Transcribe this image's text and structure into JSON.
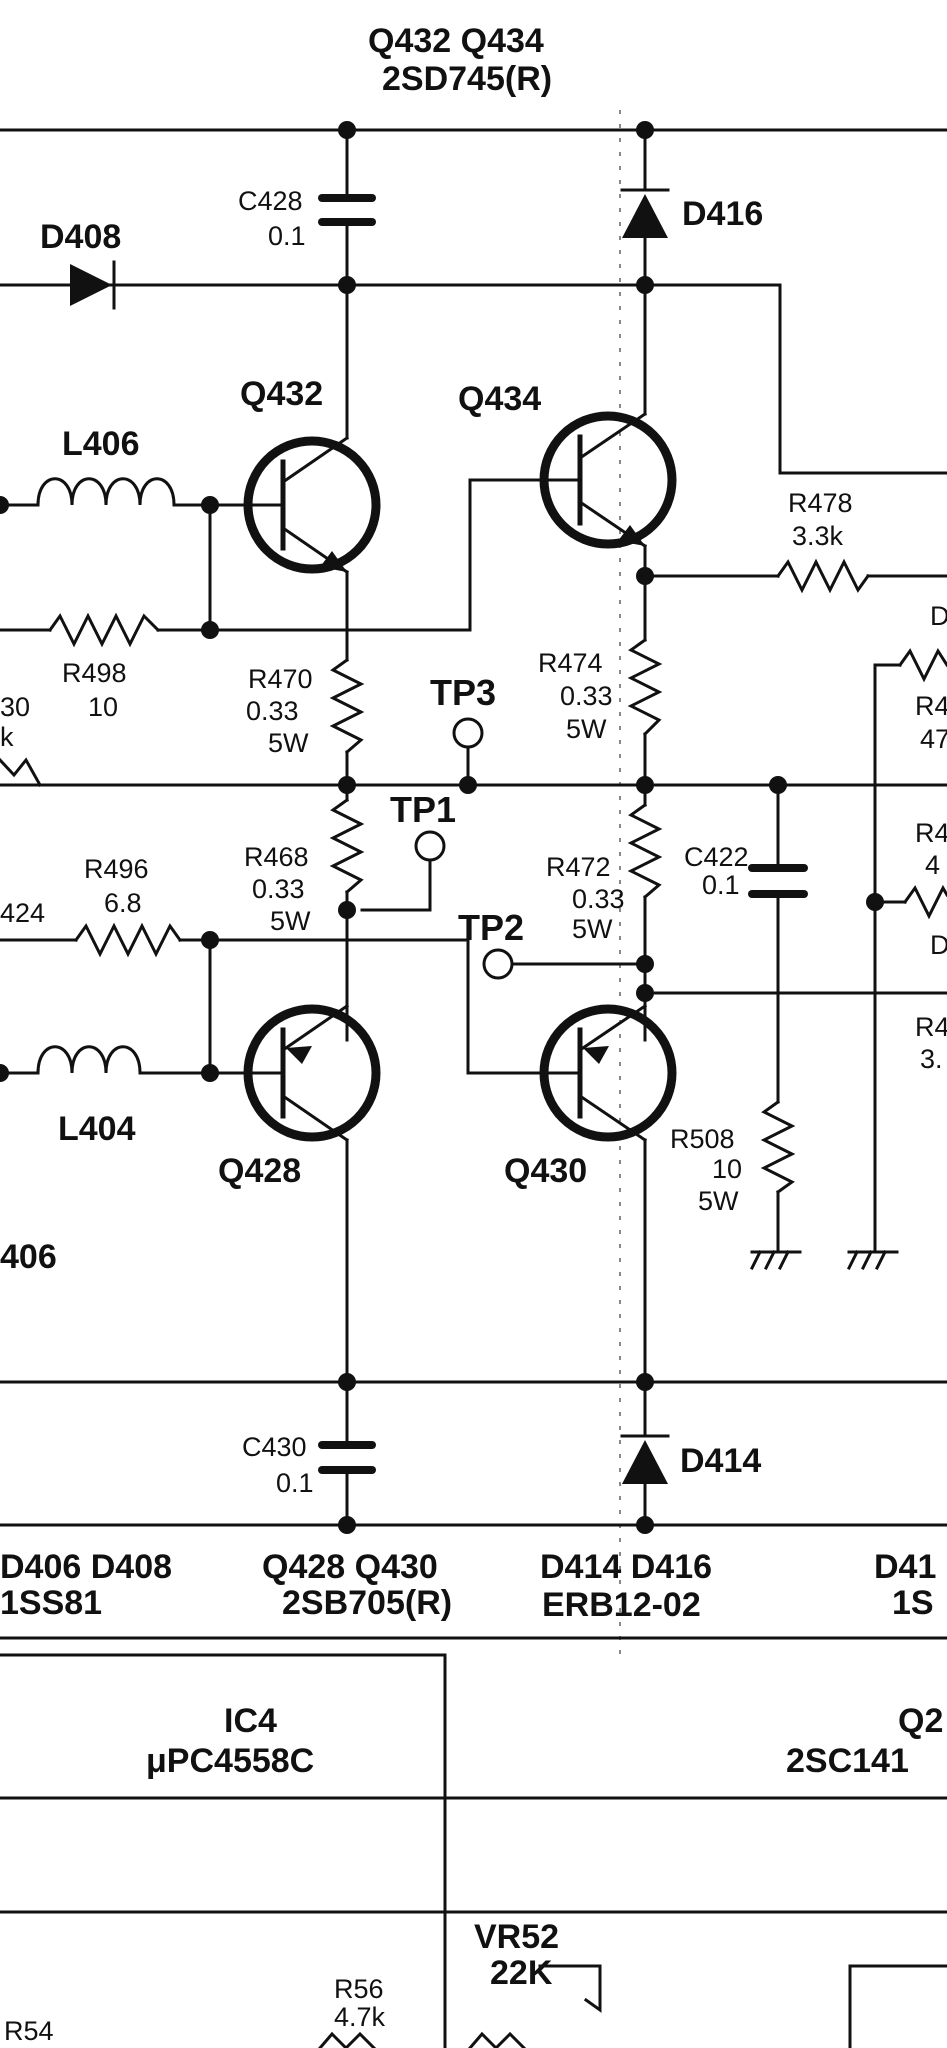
{
  "header": {
    "q_pair_top": "Q432   Q434",
    "q_part_top": "2SD745(R)"
  },
  "components": {
    "c428": {
      "name": "C428",
      "value": "0.1"
    },
    "d408": {
      "name": "D408"
    },
    "d416": {
      "name": "D416"
    },
    "q432": {
      "name": "Q432"
    },
    "q434": {
      "name": "Q434"
    },
    "l406": {
      "name": "L406"
    },
    "r498": {
      "name": "R498",
      "value": "10"
    },
    "r478": {
      "name": "R478",
      "value": "3.3k"
    },
    "r470": {
      "name": "R470",
      "value": "0.33",
      "power": "5W"
    },
    "r474": {
      "name": "R474",
      "value": "0.33",
      "power": "5W"
    },
    "tp3": {
      "name": "TP3"
    },
    "tp1": {
      "name": "TP1"
    },
    "tp2": {
      "name": "TP2"
    },
    "r468": {
      "name": "R468",
      "value": "0.33",
      "power": "5W"
    },
    "r472": {
      "name": "R472",
      "value": "0.33",
      "power": "5W"
    },
    "c422": {
      "name": "C422",
      "value": "0.1"
    },
    "r496": {
      "name": "R496",
      "value": "6.8"
    },
    "l404": {
      "name": "L404"
    },
    "q428": {
      "name": "Q428"
    },
    "q430": {
      "name": "Q430"
    },
    "r508": {
      "name": "R508",
      "value": "10",
      "power": "5W"
    },
    "c430": {
      "name": "C430",
      "value": "0.1"
    },
    "d414": {
      "name": "D414"
    }
  },
  "partial_labels": {
    "left_30": "30",
    "left_k": "k",
    "left_424": "424",
    "left_406": "406",
    "right_d1": "D",
    "right_r4a": "R4",
    "right_47": "47",
    "right_r4b": "R4",
    "right_4": "4",
    "right_d2": "D",
    "right_r4c": "R4",
    "right_3": "3."
  },
  "parts_table": {
    "col1_names": "D406 D408",
    "col1_part": "1SS81",
    "col2_names": "Q428   Q430",
    "col2_part": "2SB705(R)",
    "col3_names": "D414  D416",
    "col3_part": "ERB12-02",
    "col4_names": "D41",
    "col4_part": "1S"
  },
  "lower_table": {
    "ic_name": "IC4",
    "ic_part": "μPC4558C",
    "q_name": "Q2",
    "q_part": "2SC141",
    "vr_name": "VR52",
    "vr_value": "22K",
    "r56_name": "R56",
    "r56_value": "4.7k",
    "r54_name": "R54"
  }
}
